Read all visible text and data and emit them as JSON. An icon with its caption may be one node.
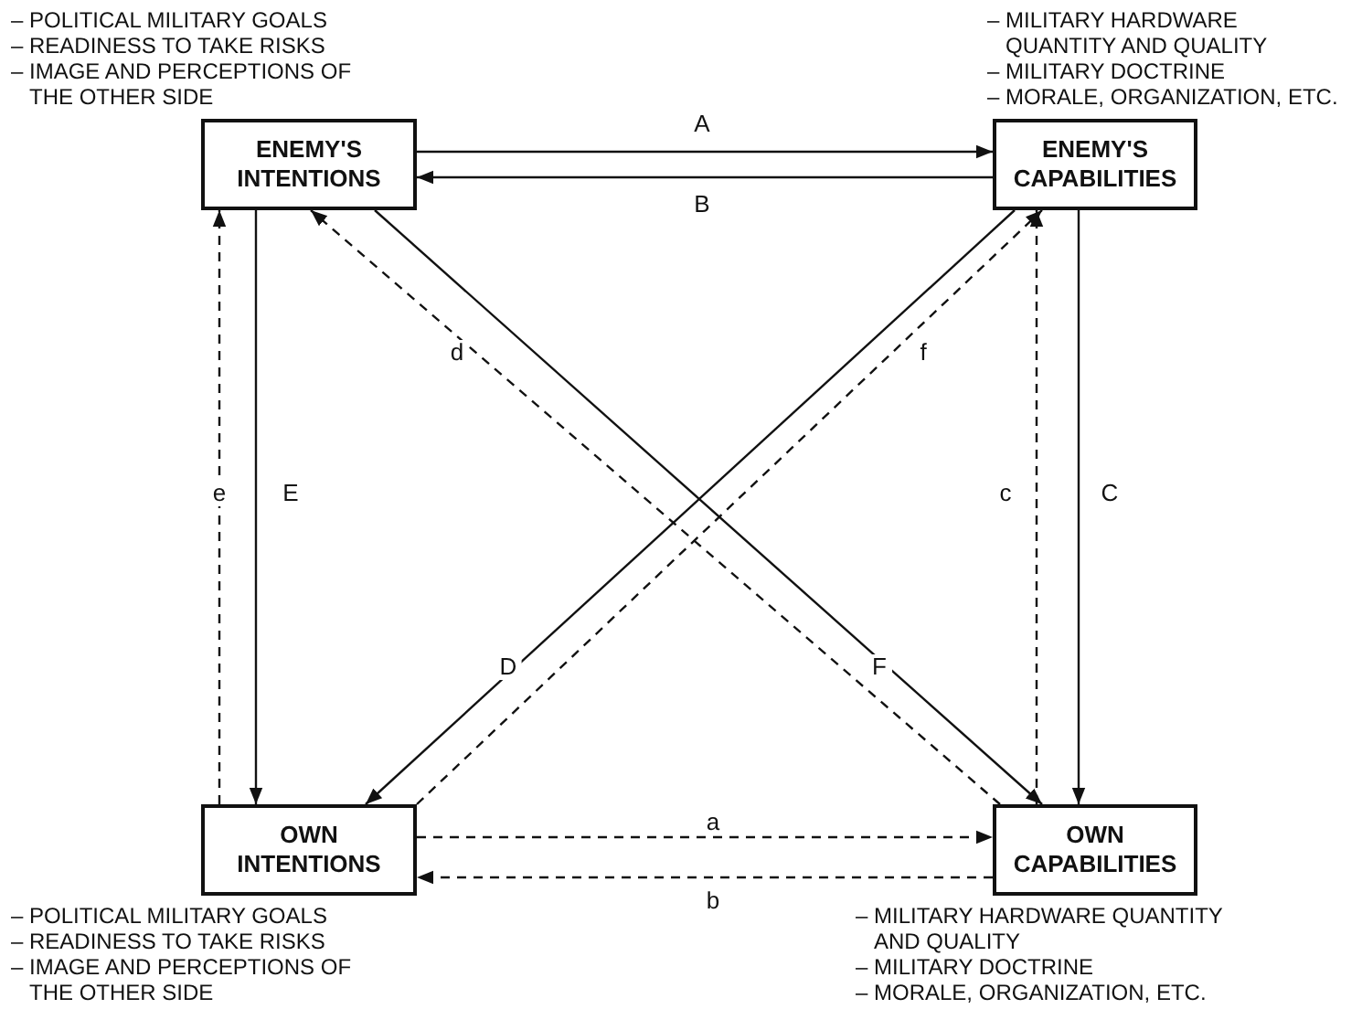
{
  "diagram": {
    "nodes": [
      {
        "text": [
          "ENEMY'S INTENTIONS"
        ],
        "beside": [
          "– POLITICAL MILITARY GOALS",
          "– READINESS TO TAKE RISKS",
          "– IMAGE AND PERCEPTIONS OF THE OTHER SIDE"
        ]
      },
      {
        "text": [
          "ENEMY'S CAPABILITIES"
        ],
        "beside": [
          "– MILITARY HARDWARE QUANTITY AND QUALITY",
          "– MILITARY DOCTRINE",
          "– MORALE, ORGANIZATION, ETC."
        ]
      },
      {
        "text": [
          "OWN INTENTIONS"
        ],
        "beside": [
          "– POLITICAL MILITARY GOALS",
          "– READINESS TO TAKE RISKS",
          "– IMAGE AND PERCEPTIONS OF THE OTHER SIDE"
        ]
      },
      {
        "text": [
          "OWN CAPABILITIES"
        ],
        "beside": [
          "– MILITARY HARDWARE QUANTITY AND QUALITY",
          "– MILITARY DOCTRINE",
          "– MORALE, ORGANIZATION, ETC."
        ]
      }
    ],
    "edges": [
      {
        "from": 0,
        "to": 1,
        "arrow": "to",
        "label": "A"
      },
      {
        "from": 1,
        "to": 0,
        "arrow": "to",
        "label": "B"
      },
      {
        "from": 0,
        "to": 3,
        "arrow": "to",
        "label": "F"
      },
      {
        "from": 3,
        "to": 0,
        "arrow": "to",
        "label": "d",
        "style": "dashed"
      },
      {
        "from": 1,
        "to": 2,
        "arrow": "to",
        "label": "D"
      },
      {
        "from": 2,
        "to": 1,
        "arrow": "to",
        "label": "f",
        "style": "dashed"
      },
      {
        "from": 2,
        "to": 0,
        "arrow": "to",
        "label": "e",
        "style": "dashed"
      },
      {
        "from": 0,
        "to": 2,
        "arrow": "to",
        "label": "E"
      },
      {
        "from": 3,
        "to": 1,
        "arrow": "to",
        "label": "c",
        "style": "dashed"
      },
      {
        "from": 1,
        "to": 3,
        "arrow": "to",
        "label": "C"
      },
      {
        "from": 2,
        "to": 3,
        "arrow": "to",
        "label": "a",
        "style": "dashed"
      },
      {
        "from": 3,
        "to": 2,
        "arrow": "to",
        "label": "b",
        "style": "dashed"
      }
    ]
  }
}
